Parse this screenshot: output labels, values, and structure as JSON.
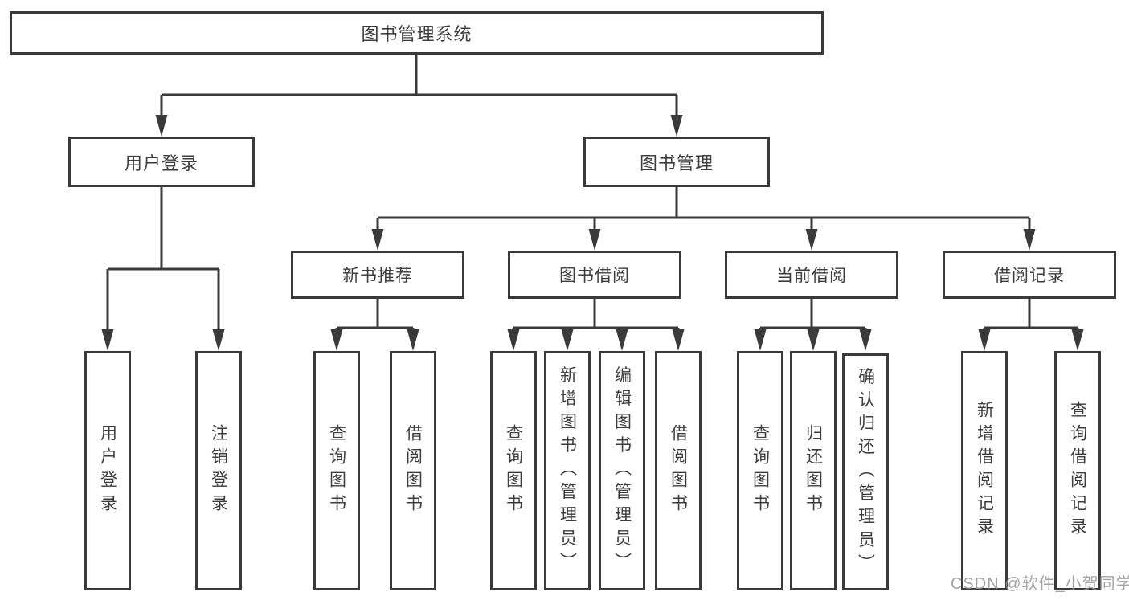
{
  "tree": {
    "root": {
      "label": "图书管理系统"
    },
    "branches": [
      {
        "label": "用户登录",
        "children": [
          {
            "label": "用户登录"
          },
          {
            "label": "注销登录"
          }
        ]
      },
      {
        "label": "图书管理",
        "children": [
          {
            "label": "新书推荐",
            "children": [
              {
                "label": "查询图书"
              },
              {
                "label": "借阅图书"
              }
            ]
          },
          {
            "label": "图书借阅",
            "children": [
              {
                "label": "查询图书"
              },
              {
                "label": "新增图书（管理员）"
              },
              {
                "label": "编辑图书（管理员）"
              },
              {
                "label": "借阅图书"
              }
            ]
          },
          {
            "label": "当前借阅",
            "children": [
              {
                "label": "查询图书"
              },
              {
                "label": "归还图书"
              },
              {
                "label": "确认归还（管理员）"
              }
            ]
          },
          {
            "label": "借阅记录",
            "children": [
              {
                "label": "新增借阅记录"
              },
              {
                "label": "查询借阅记录"
              }
            ]
          }
        ]
      }
    ]
  },
  "watermark": {
    "text": "CSDN @软件_小贺同学"
  },
  "colors": {
    "line": "#3a3a3a",
    "text": "#3d3d3d",
    "watermark": "#969696",
    "background": "#ffffff"
  }
}
